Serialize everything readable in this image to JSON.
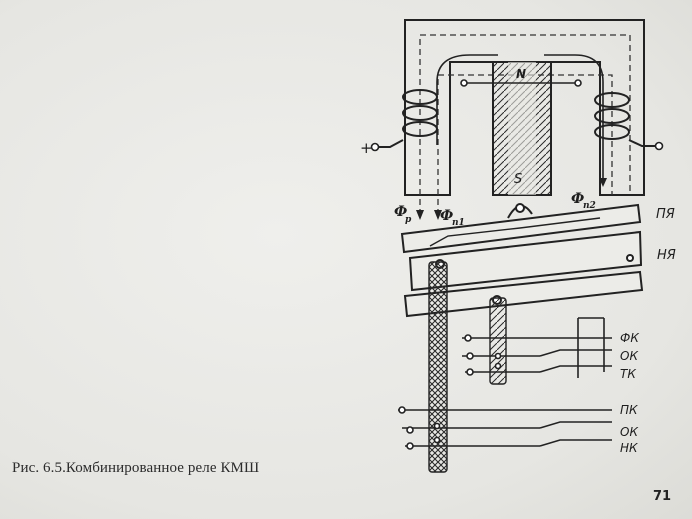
{
  "caption": "Рис. 6.5.Комбинированное реле КМШ",
  "page_number": "71",
  "diagram": {
    "magnet_poles": {
      "north": "N",
      "south": "S"
    },
    "terminals": {
      "plus": "+"
    },
    "flux_labels": {
      "phi_p": {
        "main": "Ф",
        "sub": "р"
      },
      "phi_p1": {
        "main": "Ф",
        "sub": "п1"
      },
      "phi_p2": {
        "main": "Ф",
        "sub": "п2"
      }
    },
    "armatures": {
      "polar": "ПЯ",
      "neutral": "НЯ"
    },
    "contacts": [
      "ФК",
      "ОК",
      "ТК",
      "ПК",
      "ОК",
      "НК"
    ]
  }
}
